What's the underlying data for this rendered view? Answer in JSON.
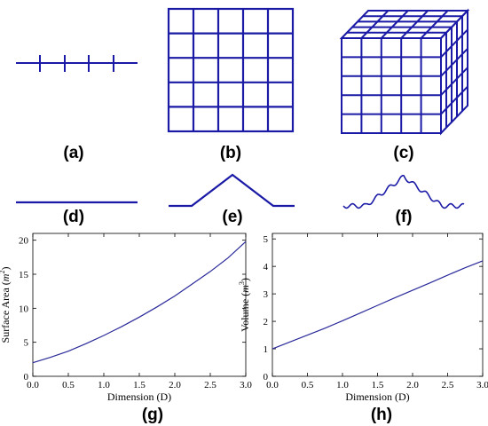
{
  "colors": {
    "drawing": "#1a1aa6",
    "curve": "#2a2a9a",
    "axes": "#000000"
  },
  "labels": {
    "a": "(a)",
    "b": "(b)",
    "c": "(c)",
    "d": "(d)",
    "e": "(e)",
    "f": "(f)",
    "g": "(g)",
    "h": "(h)"
  },
  "chart_data": [
    {
      "type": "line",
      "xlabel": "Dimension (D)",
      "ylabel_main": "Surface Area (",
      "ylabel_unit": "m",
      "ylabel_exp": "2",
      "ylabel_tail": ")",
      "xlim": [
        0,
        3
      ],
      "ylim": [
        0,
        21
      ],
      "xticks": [
        "0.0",
        "0.5",
        "1.0",
        "1.5",
        "2.0",
        "2.5",
        "3.0"
      ],
      "yticks": [
        "0",
        "5",
        "10",
        "15",
        "20"
      ],
      "series": [
        {
          "x": [
            0,
            0.25,
            0.5,
            0.75,
            1.0,
            1.25,
            1.5,
            1.75,
            2.0,
            2.25,
            2.5,
            2.75,
            3.0
          ],
          "y": [
            2.0,
            2.8,
            3.7,
            4.8,
            6.0,
            7.3,
            8.7,
            10.2,
            11.8,
            13.6,
            15.4,
            17.4,
            19.8
          ]
        }
      ]
    },
    {
      "type": "line",
      "xlabel": "Dimension (D)",
      "ylabel_main": "Volume (",
      "ylabel_unit": "m",
      "ylabel_exp": "3",
      "ylabel_tail": ")",
      "xlim": [
        0,
        3
      ],
      "ylim": [
        0,
        5.2
      ],
      "xticks": [
        "0.0",
        "0.5",
        "1.0",
        "1.5",
        "2.0",
        "2.5",
        "3.0"
      ],
      "yticks": [
        "0",
        "1",
        "2",
        "3",
        "4",
        "5"
      ],
      "series": [
        {
          "x": [
            0,
            0.25,
            0.5,
            0.75,
            1.0,
            1.25,
            1.5,
            1.75,
            2.0,
            2.25,
            2.5,
            2.75,
            3.0
          ],
          "y": [
            1.0,
            1.25,
            1.5,
            1.75,
            2.02,
            2.3,
            2.58,
            2.86,
            3.13,
            3.4,
            3.68,
            3.95,
            4.2
          ]
        }
      ]
    }
  ]
}
